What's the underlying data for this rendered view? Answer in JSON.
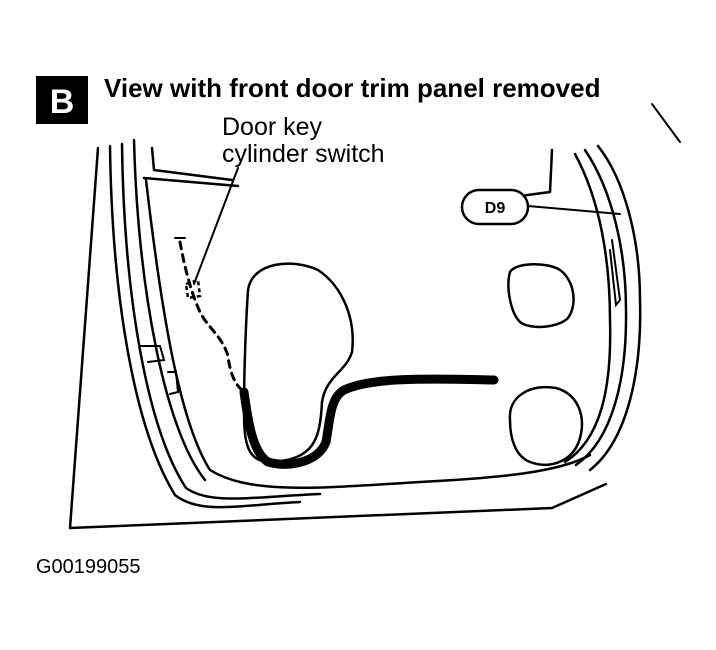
{
  "view_badge": {
    "letter": "B"
  },
  "title": "View with front door trim panel removed",
  "callouts": {
    "door_key_line1": "Door key",
    "door_key_line2": "cylinder switch",
    "connector": "D9"
  },
  "figure_id": "G00199055",
  "colors": {
    "ink": "#000000",
    "paper": "#ffffff"
  }
}
